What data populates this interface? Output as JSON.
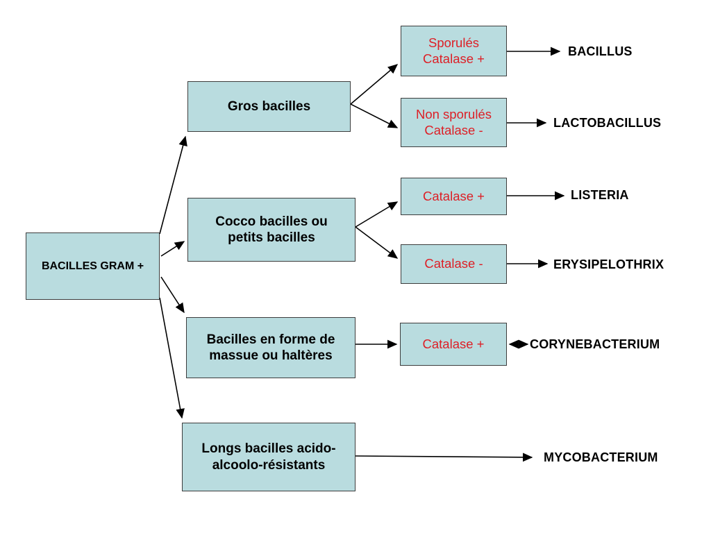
{
  "colors": {
    "background": "#ffffff",
    "box_fill": "#b9dcdf",
    "box_border": "#3c3c3c",
    "text_black": "#000000",
    "text_red": "#dd1f26",
    "arrow": "#000000"
  },
  "root": {
    "lines": [
      "BACILLES GRAM +"
    ]
  },
  "branches": [
    {
      "id": "gros-bacilles",
      "category": {
        "lines": [
          "Gros bacilles"
        ]
      },
      "tests": [
        {
          "lines": [
            "Sporulés",
            "Catalase +"
          ],
          "result": "BACILLUS"
        },
        {
          "lines": [
            "Non sporulés",
            "Catalase -"
          ],
          "result": "LACTOBACILLUS"
        }
      ]
    },
    {
      "id": "cocco-bacilles",
      "category": {
        "lines": [
          "Cocco bacilles ou",
          "petits bacilles"
        ]
      },
      "tests": [
        {
          "lines": [
            "Catalase +"
          ],
          "result": "LISTERIA"
        },
        {
          "lines": [
            "Catalase -"
          ],
          "result": "ERYSIPELOTHRIX"
        }
      ]
    },
    {
      "id": "bacilles-massue",
      "category": {
        "lines": [
          "Bacilles en forme de",
          "massue ou haltères"
        ]
      },
      "tests": [
        {
          "lines": [
            "Catalase +"
          ],
          "result": "CORYNEBACTERIUM"
        }
      ]
    },
    {
      "id": "longs-bacilles",
      "category": {
        "lines": [
          "Longs bacilles acido-",
          "alcoolo-résistants"
        ]
      },
      "result": "MYCOBACTERIUM"
    }
  ]
}
